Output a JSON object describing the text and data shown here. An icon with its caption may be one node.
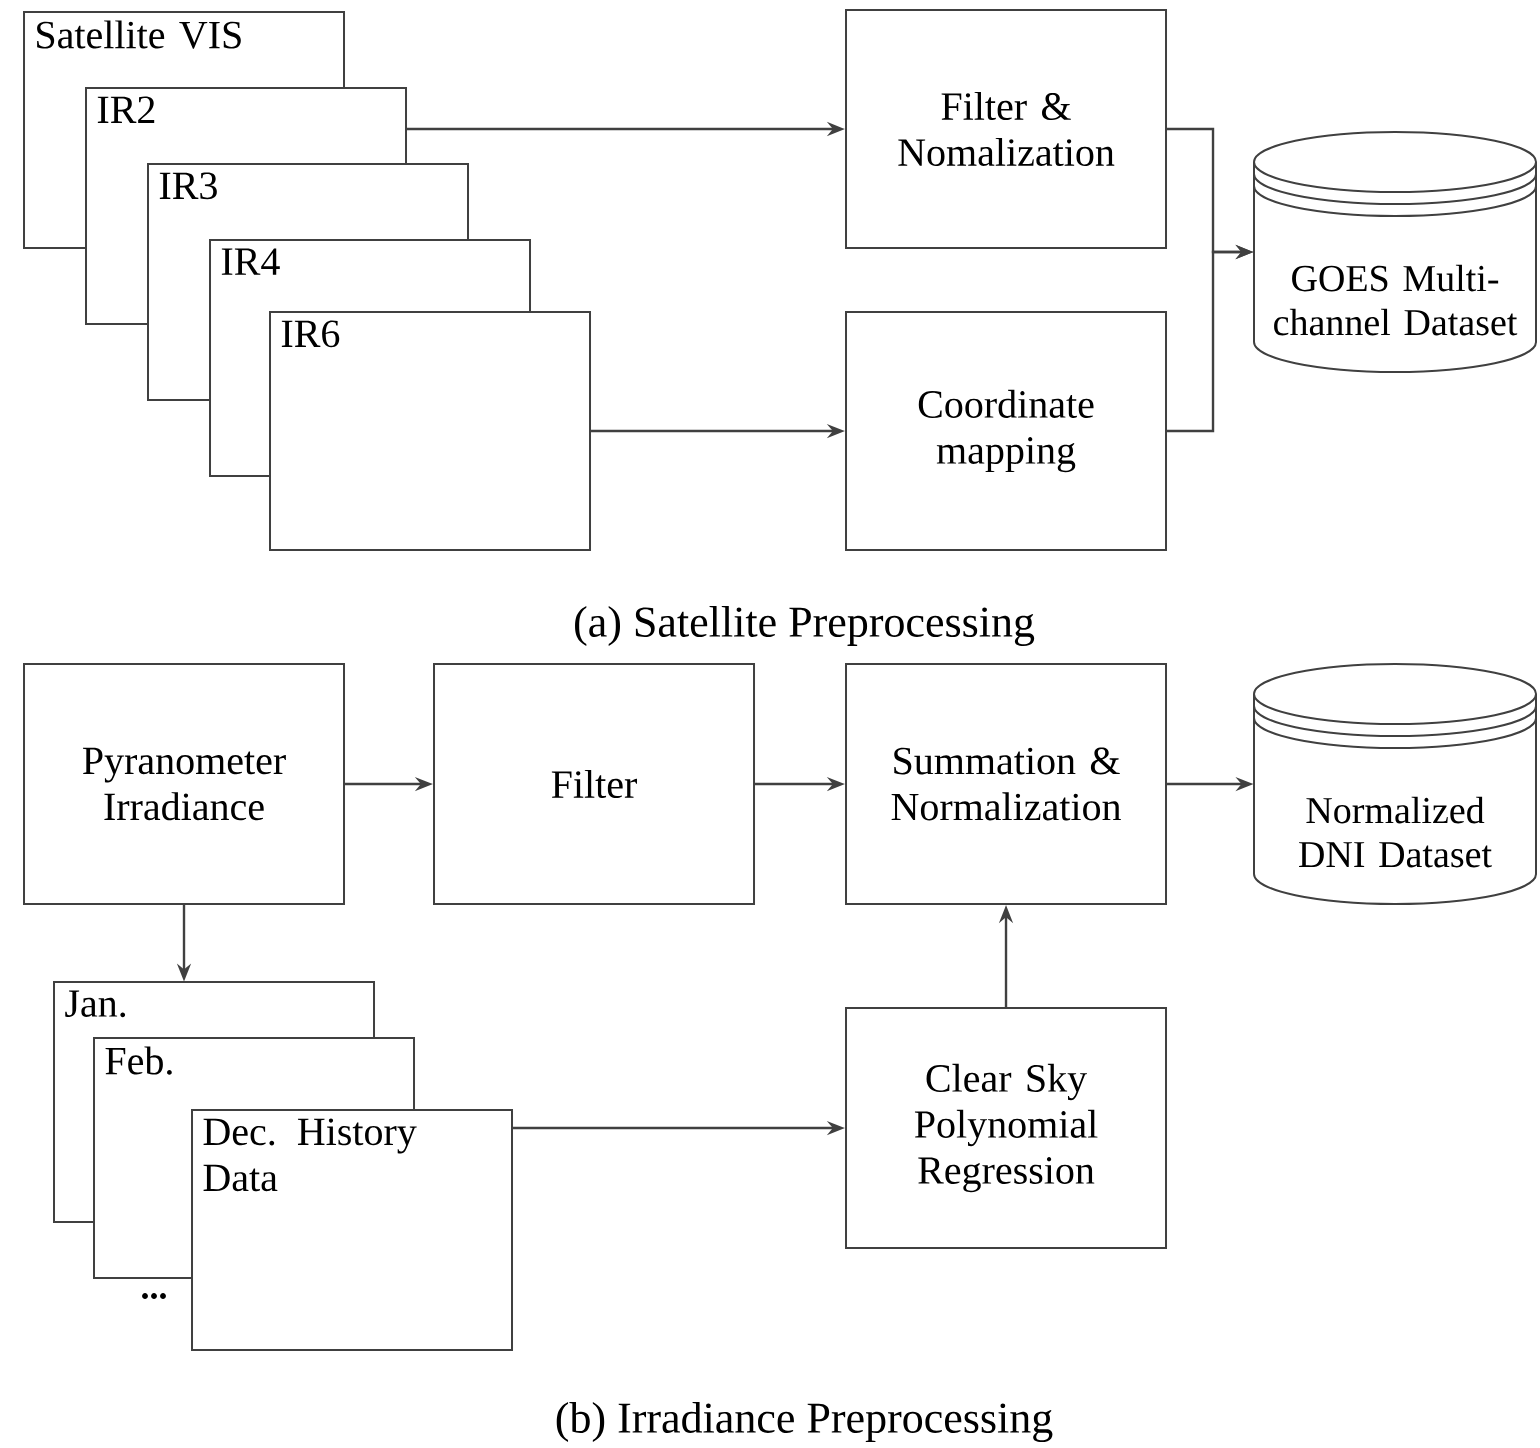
{
  "diagram": {
    "nodes": [
      {
        "text": [
          "Satellite VIS"
        ]
      },
      {
        "text": [
          "IR2"
        ]
      },
      {
        "text": [
          "IR3"
        ]
      },
      {
        "text": [
          "IR4"
        ]
      },
      {
        "text": [
          "IR6"
        ]
      },
      {
        "text": [
          "Filter & Nomalization"
        ]
      },
      {
        "text": [
          "Coordinate mapping"
        ]
      },
      {
        "text": [
          "GOES Multi-channel Dataset"
        ]
      },
      {
        "text": [
          "Pyranometer Irradiance"
        ]
      },
      {
        "text": [
          "Filter"
        ]
      },
      {
        "text": [
          "Summation & Normalization"
        ]
      },
      {
        "text": [
          "Normalized DNI Dataset"
        ]
      },
      {
        "text": [
          "Jan."
        ]
      },
      {
        "text": [
          "Feb."
        ]
      },
      {
        "text": [
          "Dec. History Data"
        ]
      },
      {
        "text": [
          "Clear Sky Polynomial Regression"
        ]
      }
    ],
    "edges": [
      {
        "from": 1,
        "to": 5,
        "arrow": "to"
      },
      {
        "from": 4,
        "to": 6,
        "arrow": "to"
      },
      {
        "from": 5,
        "to": 7,
        "arrow": "to"
      },
      {
        "from": 6,
        "to": 7,
        "arrow": "to"
      },
      {
        "from": 8,
        "to": 9,
        "arrow": "to"
      },
      {
        "from": 9,
        "to": 10,
        "arrow": "to"
      },
      {
        "from": 10,
        "to": 11,
        "arrow": "to"
      },
      {
        "from": 8,
        "to": 12,
        "arrow": "to"
      },
      {
        "from": 14,
        "to": 15,
        "arrow": "to"
      },
      {
        "from": 15,
        "to": 10,
        "arrow": "to"
      }
    ],
    "labels": [
      "(a) Satellite Preprocessing",
      "...",
      "(b) Irradiance Preprocessing"
    ]
  }
}
